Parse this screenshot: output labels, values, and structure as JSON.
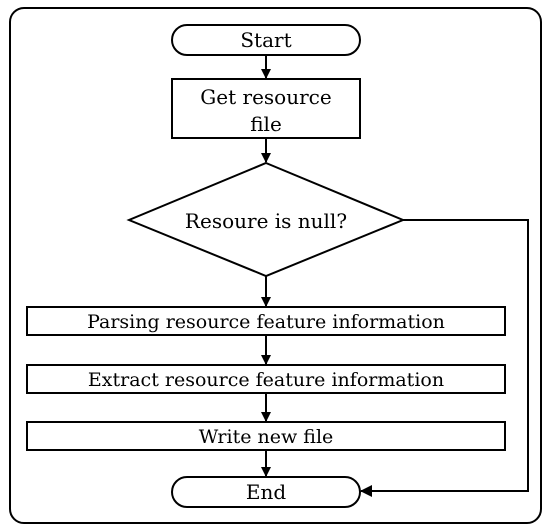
{
  "flowchart": {
    "start": "Start",
    "get_resource_line1": "Get resource",
    "get_resource_line2": "file",
    "decision": "Resoure is null?",
    "parsing": "Parsing resource feature information",
    "extract": "Extract resource feature information",
    "write": "Write new file",
    "end": "End"
  },
  "colors": {
    "stroke": "#000000",
    "background": "#ffffff"
  }
}
